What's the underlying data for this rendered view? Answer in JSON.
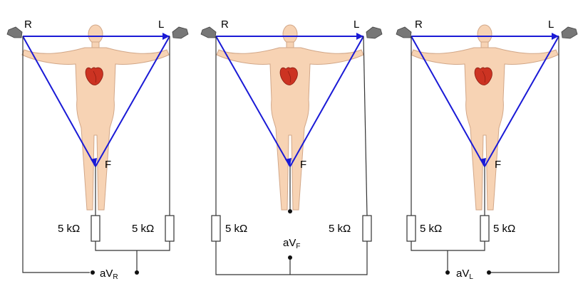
{
  "panels": [
    {
      "id": "aVR",
      "electrodes": {
        "right": "R",
        "left": "L",
        "foot": "F"
      },
      "resistors": [
        "5 kΩ",
        "5 kΩ"
      ],
      "output": {
        "main": "aV",
        "sub": "R"
      }
    },
    {
      "id": "aVF",
      "electrodes": {
        "right": "R",
        "left": "L",
        "foot": "F"
      },
      "resistors": [
        "5 kΩ",
        "5 kΩ"
      ],
      "output": {
        "main": "aV",
        "sub": "F"
      }
    },
    {
      "id": "aVL",
      "electrodes": {
        "right": "R",
        "left": "L",
        "foot": "F"
      },
      "resistors": [
        "5 kΩ",
        "5 kΩ"
      ],
      "output": {
        "main": "aV",
        "sub": "L"
      }
    }
  ],
  "colors": {
    "triangle": "#1a1ad6",
    "skin": "#f7d3b4",
    "heart": "#cc3322",
    "wire": "#333333"
  }
}
